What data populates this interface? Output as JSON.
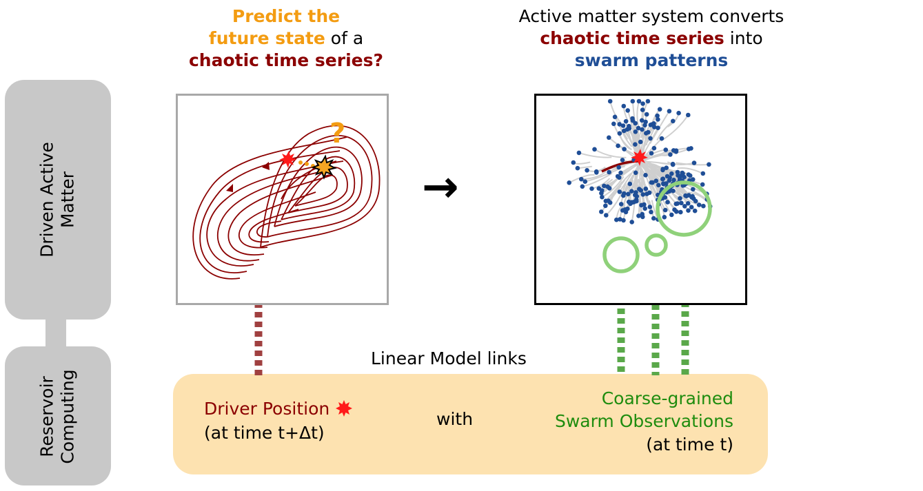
{
  "sidebar": {
    "top_label": "Driven Active\nMatter",
    "bottom_label": "Reservoir\nComputing"
  },
  "left_heading": {
    "line1": "Predict the",
    "line2_a": "future state",
    "line2_b": " of a",
    "line3": "chaotic time series?"
  },
  "right_heading": {
    "line1": "Active matter system converts",
    "line2_a": "chaotic time series",
    "line2_b": " into",
    "line3": "swarm patterns"
  },
  "question_mark": "?",
  "arrow_glyph": "→",
  "linear_model_label": "Linear Model links",
  "bottom": {
    "driver_line1": "Driver Position",
    "driver_line2": "(at time t+Δt)",
    "with": "with",
    "obs_line1": "Coarse-grained",
    "obs_line2": "Swarm Observations",
    "obs_line3": "(at time t)"
  },
  "colors": {
    "orange": "#f39c12",
    "dark_red": "#8b0000",
    "navy": "#1f4e96",
    "green_text": "#1e8c0e",
    "green_ring": "#8fd17a",
    "green_dash": "#5aa84a",
    "red_dash": "#a04040",
    "panel_bg": "#fde2b0",
    "sidebar_gray": "#c8c8c8"
  }
}
